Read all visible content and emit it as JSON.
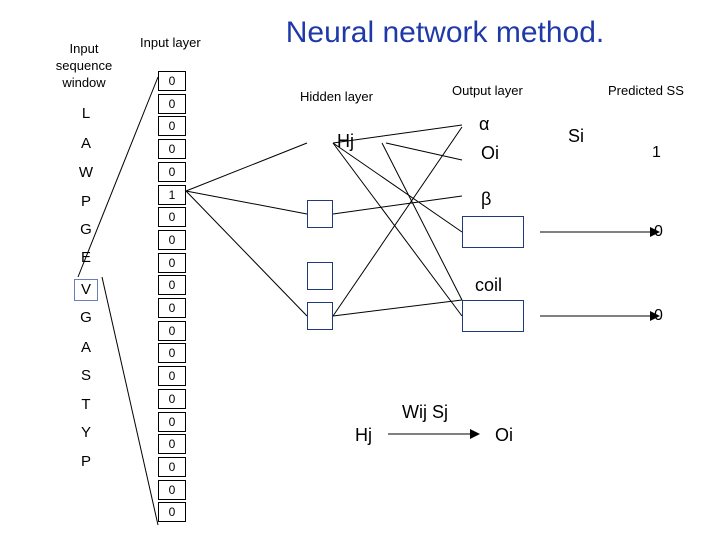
{
  "title": "Neural network method.",
  "labels": {
    "input_sequence_window": [
      "Input",
      "sequence",
      "window"
    ],
    "input_layer": "Input layer",
    "hidden_layer": "Hidden layer",
    "output_layer": "Output layer",
    "predicted_ss": "Predicted SS",
    "hj_top": "Hj",
    "oi_alpha": "Oi",
    "si": "Si",
    "alpha": "α",
    "beta": "β",
    "coil": "coil",
    "wij_sj": "Wij Sj",
    "hj_bottom": "Hj",
    "oi_bottom": "Oi"
  },
  "sequence": [
    "L",
    "A",
    "W",
    "P",
    "G",
    "E",
    "V",
    "G",
    "A",
    "S",
    "T",
    "Y",
    "P"
  ],
  "highlighted_residue": "V",
  "input_cells": [
    "0",
    "0",
    "0",
    "0",
    "0",
    "1",
    "0",
    "0",
    "0",
    "0",
    "0",
    "0",
    "0",
    "0",
    "0",
    "0",
    "0",
    "0",
    "0",
    "0"
  ],
  "predictions": [
    "1",
    "0",
    "0"
  ]
}
